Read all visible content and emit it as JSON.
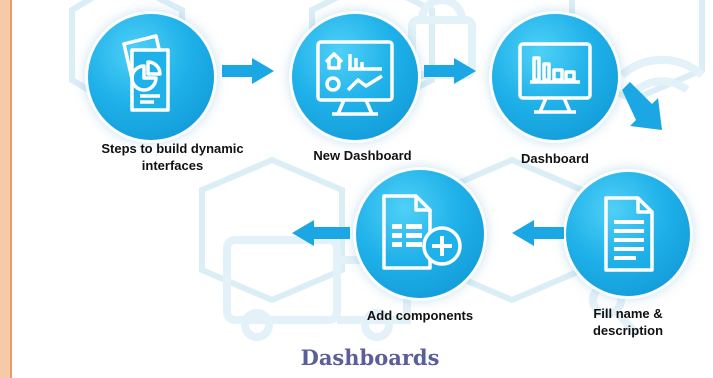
{
  "steps": [
    {
      "label": "Steps to build dynamic interfaces",
      "icon": "report-pie-chart-icon"
    },
    {
      "label": "New Dashboard",
      "icon": "dashboard-monitor-icon"
    },
    {
      "label": "Dashboard",
      "icon": "bar-chart-monitor-icon"
    },
    {
      "label": "Fill name & description",
      "icon": "document-icon"
    },
    {
      "label": "Add components",
      "icon": "add-document-icon"
    }
  ],
  "caption": "Dashboards",
  "colors": {
    "circle": "#1fb1e9",
    "arrow": "#1aa7e3",
    "caption": "#5a5e9a",
    "border": "#e59a68"
  }
}
